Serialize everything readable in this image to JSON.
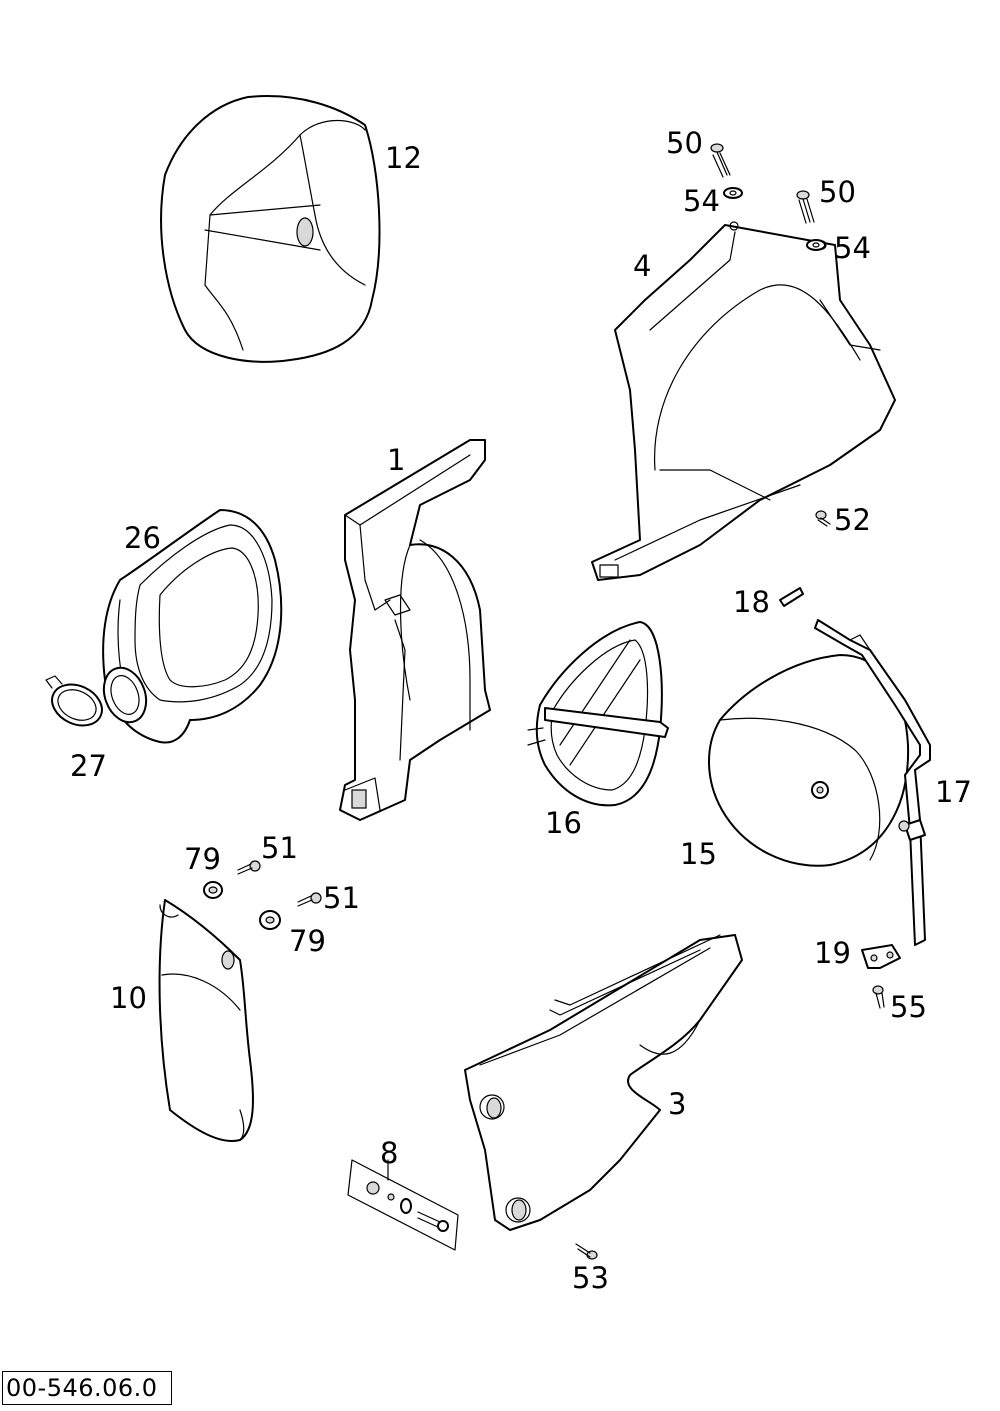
{
  "diagram": {
    "code": "00-546.06.0",
    "callouts": {
      "c12": "12",
      "c50a": "50",
      "c54a": "54",
      "c50b": "50",
      "c54b": "54",
      "c4": "4",
      "c1": "1",
      "c26": "26",
      "c52": "52",
      "c18": "18",
      "c27": "27",
      "c17": "17",
      "c16": "16",
      "c15": "15",
      "c79a": "79",
      "c51a": "51",
      "c51b": "51",
      "c79b": "79",
      "c10": "10",
      "c19": "19",
      "c55": "55",
      "c3": "3",
      "c8": "8",
      "c53": "53"
    }
  }
}
